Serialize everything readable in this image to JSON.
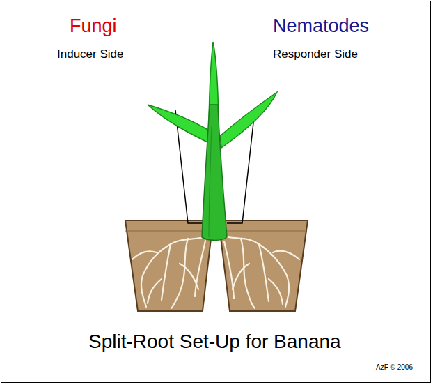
{
  "diagram": {
    "title": "Split-Root Set-Up for Banana",
    "labels": [
      "Fungi",
      "Inducer Side",
      "Nematodes",
      "Responder Side",
      "AzF © 2006"
    ]
  }
}
